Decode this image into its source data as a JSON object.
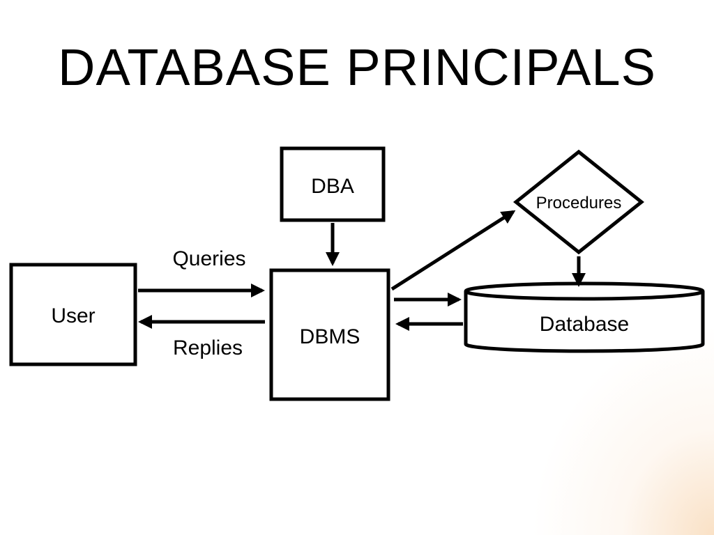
{
  "title": "DATABASE PRINCIPALS",
  "nodes": {
    "user": "User",
    "dba": "DBA",
    "dbms": "DBMS",
    "procedures": "Procedures",
    "database": "Database"
  },
  "edge_labels": {
    "queries": "Queries",
    "replies": "Replies"
  },
  "colors": {
    "stroke": "#000000",
    "background": "#ffffff",
    "glow": "#f5c896"
  }
}
